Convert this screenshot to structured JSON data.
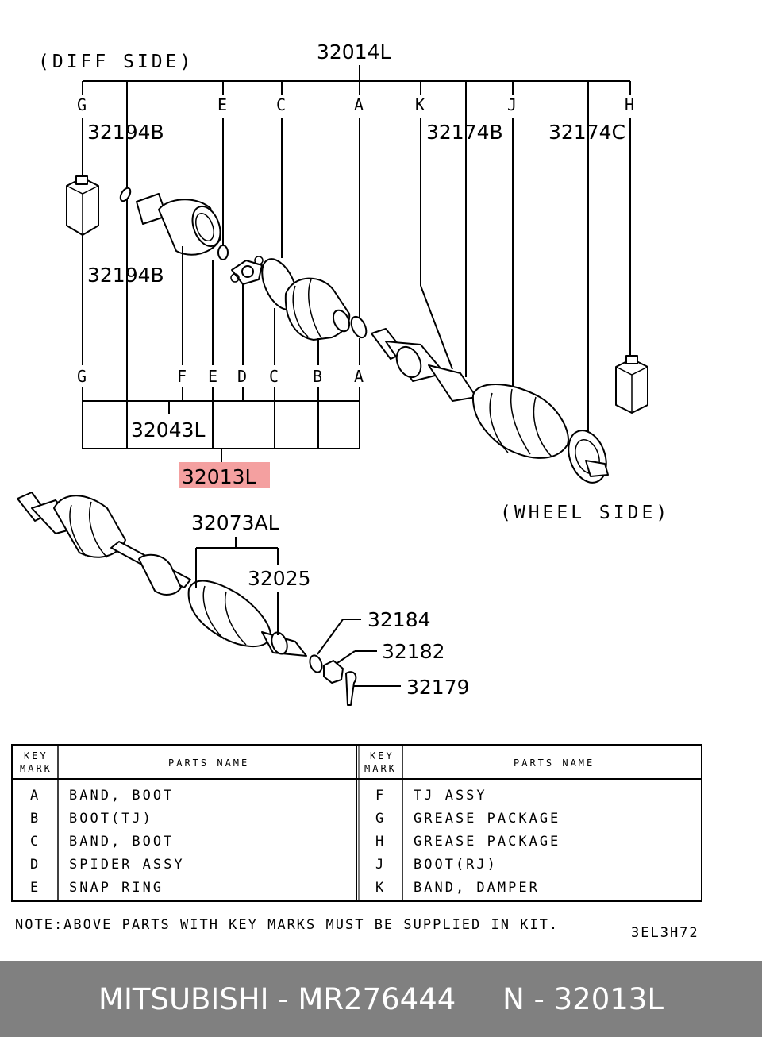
{
  "callouts": {
    "diff_side": "(DIFF SIDE)",
    "wheel_side": "(WHEEL SIDE)",
    "p32014L": "32014L",
    "p32194B_top": "32194B",
    "p32194B_mid": "32194B",
    "p32174B": "32174B",
    "p32174C": "32174C",
    "p32043L": "32043L",
    "p32013L": "32013L",
    "p32073AL": "32073AL",
    "p32025": "32025",
    "p32184": "32184",
    "p32182": "32182",
    "p32179": "32179"
  },
  "key_letters_top": [
    "G",
    "E",
    "C",
    "A",
    "K",
    "J",
    "H"
  ],
  "key_letters_bottom": [
    "G",
    "F",
    "E",
    "D",
    "C",
    "B",
    "A"
  ],
  "highlight_color": "#f4a0a0",
  "table": {
    "header": {
      "key_mark_1": "KEY",
      "key_mark_2": "MARK",
      "parts_name": "PARTS NAME"
    },
    "left_rows": [
      {
        "key": "A",
        "name": "BAND, BOOT"
      },
      {
        "key": "B",
        "name": "BOOT(TJ)"
      },
      {
        "key": "C",
        "name": "BAND, BOOT"
      },
      {
        "key": "D",
        "name": "SPIDER ASSY"
      },
      {
        "key": "E",
        "name": "SNAP RING"
      }
    ],
    "right_rows": [
      {
        "key": "F",
        "name": "TJ ASSY"
      },
      {
        "key": "G",
        "name": "GREASE PACKAGE"
      },
      {
        "key": "H",
        "name": "GREASE PACKAGE"
      },
      {
        "key": "J",
        "name": "BOOT(RJ)"
      },
      {
        "key": "K",
        "name": "BAND, DAMPER"
      }
    ]
  },
  "note": "NOTE:ABOVE PARTS WITH KEY MARKS MUST BE SUPPLIED IN KIT.",
  "diagram_code": "3EL3H72",
  "footer": {
    "text": "MITSUBISHI - MR276444     N - 32013L"
  }
}
